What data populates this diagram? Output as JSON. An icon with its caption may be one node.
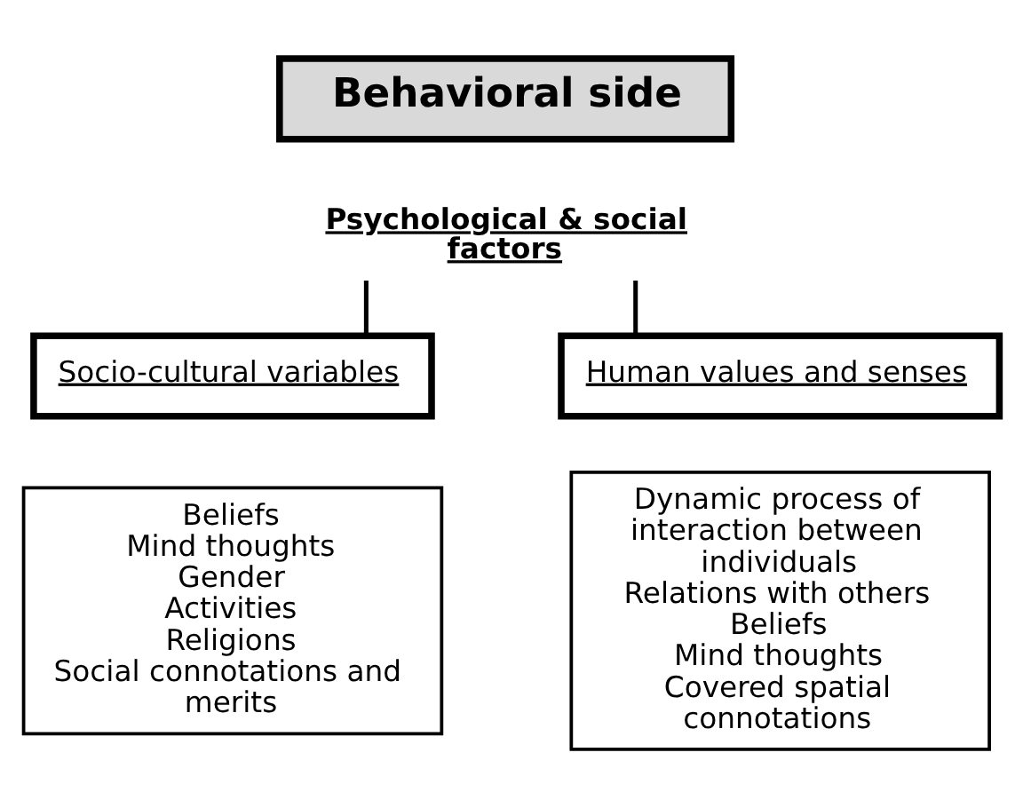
{
  "diagram": {
    "nodes": [
      {
        "text": [
          "Behavioral side"
        ]
      },
      {
        "text": [
          "Psychological & social factors"
        ]
      },
      {
        "text": [
          "Socio-cultural variables"
        ]
      },
      {
        "text": [
          "Human values and senses"
        ]
      },
      {
        "text": [
          "Beliefs",
          "Mind thoughts",
          "Gender",
          "Activities",
          "Religions",
          "Social connotations and merits"
        ]
      },
      {
        "text": [
          "Dynamic process of interaction between individuals",
          "Relations with others",
          "Beliefs",
          "Mind thoughts",
          "Covered spatial connotations"
        ]
      }
    ],
    "edges": [
      {
        "from": 1,
        "to": 2,
        "arrow": "none"
      },
      {
        "from": 1,
        "to": 3,
        "arrow": "none"
      }
    ]
  }
}
